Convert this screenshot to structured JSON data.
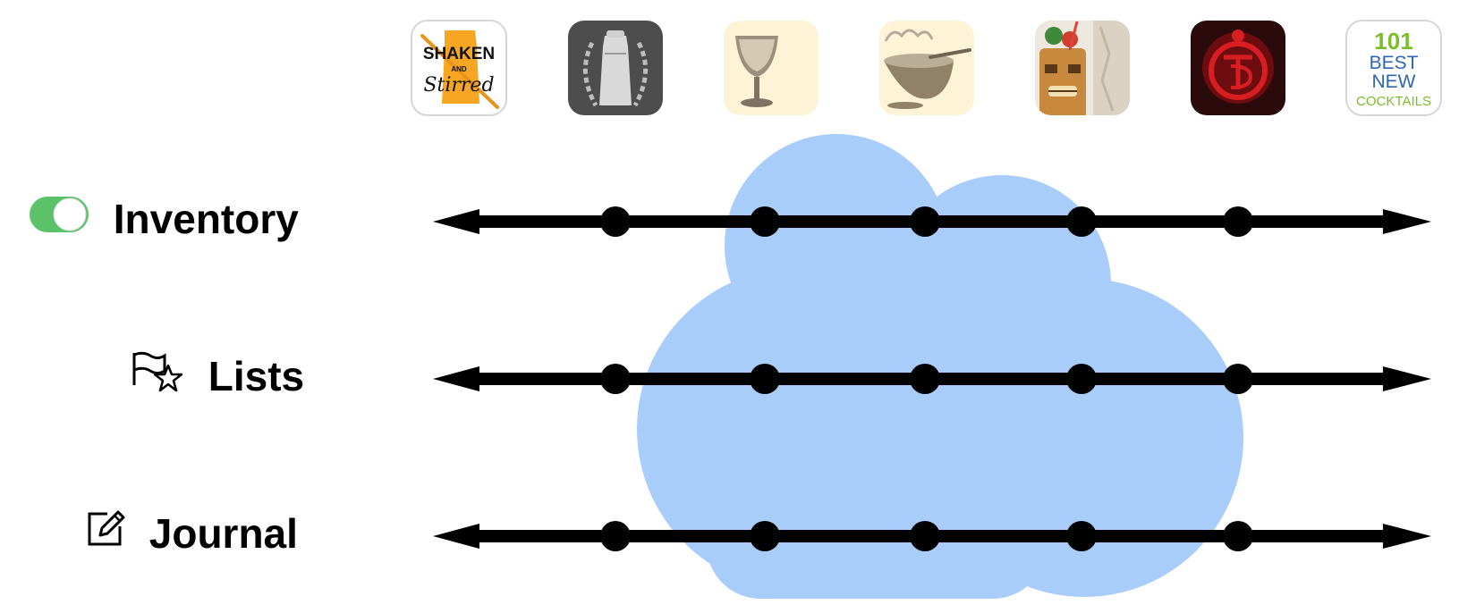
{
  "rows": [
    {
      "key": "inventory",
      "label": "Inventory",
      "icon": "toggle-switch-icon"
    },
    {
      "key": "lists",
      "label": "Lists",
      "icon": "flag-star-icon"
    },
    {
      "key": "journal",
      "label": "Journal",
      "icon": "compose-icon"
    }
  ],
  "apps": [
    {
      "key": "shaken-stirred",
      "icon": "shaken-and-stirred-app-icon",
      "lines": [
        "SHAKEN",
        "AND",
        "Stirred"
      ]
    },
    {
      "key": "shaker-laurel",
      "icon": "cocktail-shaker-laurel-app-icon",
      "lines": []
    },
    {
      "key": "glass",
      "icon": "vintage-glass-app-icon",
      "lines": []
    },
    {
      "key": "punch-bowl",
      "icon": "punch-bowl-app-icon",
      "lines": []
    },
    {
      "key": "tiki",
      "icon": "tiki-mug-app-icon",
      "lines": []
    },
    {
      "key": "death-co",
      "icon": "red-emblem-app-icon",
      "lines": []
    },
    {
      "key": "101-best",
      "icon": "101-best-new-cocktails-app-icon",
      "lines": [
        "101",
        "BEST",
        "NEW",
        "COCKTAILS"
      ]
    }
  ],
  "colors": {
    "cloud": "#a8cdfa",
    "line": "#000000",
    "toggle_on": "#5cc26a",
    "emblem_red": "#b3161c",
    "best_green": "#7bbd2a",
    "best_blue": "#2e66b4"
  },
  "sync_nodes_per_row": 5
}
